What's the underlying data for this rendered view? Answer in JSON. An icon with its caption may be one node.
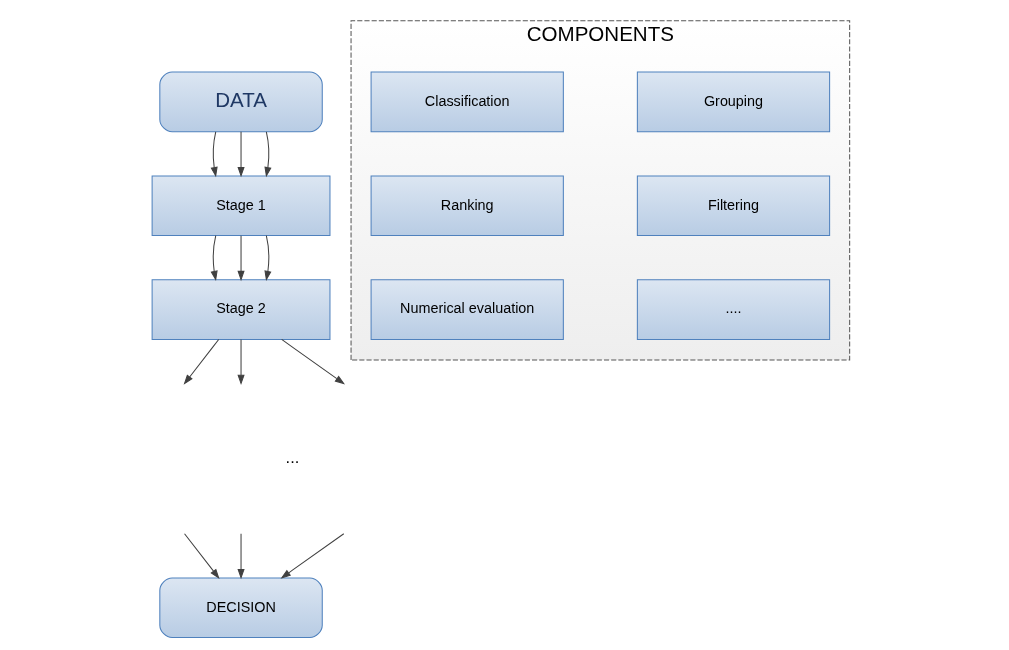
{
  "diagram": {
    "nodes": [
      {
        "text": [
          "DATA"
        ]
      },
      {
        "text": [
          "Stage 1"
        ]
      },
      {
        "text": [
          "Stage 2"
        ]
      },
      {
        "text": [
          "DECISION"
        ]
      },
      {
        "text": [
          "COMPONENTS"
        ]
      },
      {
        "text": [
          "Classification"
        ],
        "in": 4
      },
      {
        "text": [
          "Grouping"
        ],
        "in": 4
      },
      {
        "text": [
          "Ranking"
        ],
        "in": 4
      },
      {
        "text": [
          "Filtering"
        ],
        "in": 4
      },
      {
        "text": [
          "Numerical evaluation"
        ],
        "in": 4
      },
      {
        "text": [
          "...."
        ],
        "in": 4
      }
    ],
    "edges": [
      {
        "from": 0,
        "to": 1,
        "arrow": "to"
      },
      {
        "from": 0,
        "to": 1,
        "arrow": "to"
      },
      {
        "from": 0,
        "to": 1,
        "arrow": "to"
      },
      {
        "from": 1,
        "to": 2,
        "arrow": "to"
      },
      {
        "from": 1,
        "to": 2,
        "arrow": "to"
      },
      {
        "from": 1,
        "to": 2,
        "arrow": "to"
      },
      {
        "from": 2,
        "to": null,
        "arrow": "to"
      },
      {
        "from": 2,
        "to": null,
        "arrow": "to"
      },
      {
        "from": 2,
        "to": null,
        "arrow": "to"
      },
      {
        "from": null,
        "to": 3,
        "arrow": "to"
      },
      {
        "from": null,
        "to": 3,
        "arrow": "to"
      },
      {
        "from": null,
        "to": 3,
        "arrow": "to"
      }
    ],
    "labels": [
      "..."
    ]
  }
}
